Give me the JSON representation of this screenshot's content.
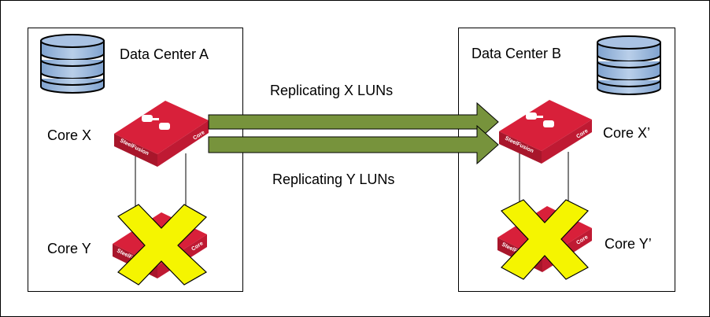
{
  "data_center_a": {
    "title": "Data Center A",
    "core_primary": "Core X",
    "core_secondary": "Core Y"
  },
  "data_center_b": {
    "title": "Data Center B",
    "core_primary": "Core X’",
    "core_secondary": "Core Y’"
  },
  "replication": {
    "x_label": "Replicating X LUNs",
    "y_label": "Replicating Y LUNs"
  },
  "appliance": {
    "brand_text": "SteelFusion",
    "core_text": "Core"
  },
  "colors": {
    "appliance_red": "#d8203a",
    "arrow_green": "#77933c",
    "storage_blue": "#95b3d7",
    "failure_cross": "#f5f500"
  },
  "icons": [
    "storage-icon",
    "appliance-icon",
    "failure-x-icon",
    "replication-arrow"
  ]
}
